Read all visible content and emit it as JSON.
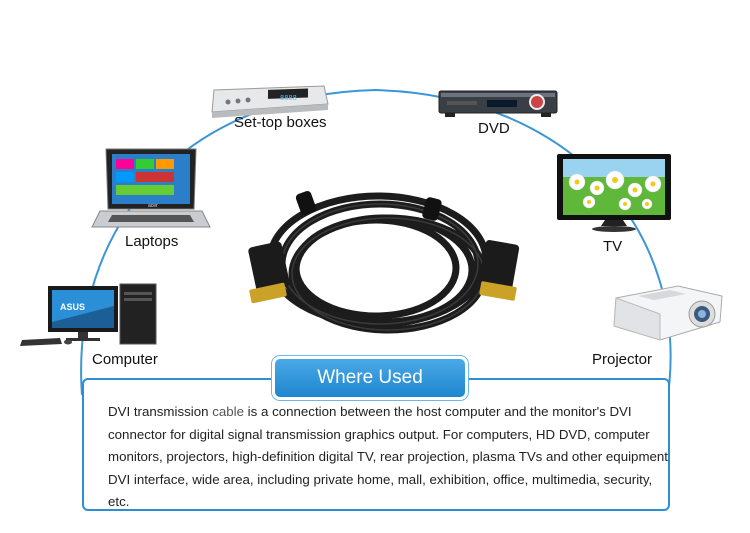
{
  "devices": {
    "set_top_boxes": "Set-top boxes",
    "dvd": "DVD",
    "laptops": "Laptops",
    "tv": "TV",
    "computer": "Computer",
    "projector": "Projector",
    "setbox_display": "8888",
    "monitor_logo": "ASUS",
    "laptop_logo": "acer"
  },
  "section": {
    "title": "Where Used",
    "desc_before": "DVI transmission ",
    "desc_highlight": "cable",
    "desc_after": " is a connection between the host computer and the monitor's DVI connector for digital signal transmission graphics output. For computers, HD DVD, computer monitors, projectors, high-definition digital TV, rear projection, plasma TVs and other equipment DVI interface, wide area, including private home, mall, exhibition, office, multimedia, security, etc."
  },
  "colors": {
    "accent": "#2e8fd0",
    "arc": "#3b95d8",
    "cable": "#1c1c1c",
    "connector_gold": "#c9a227"
  }
}
